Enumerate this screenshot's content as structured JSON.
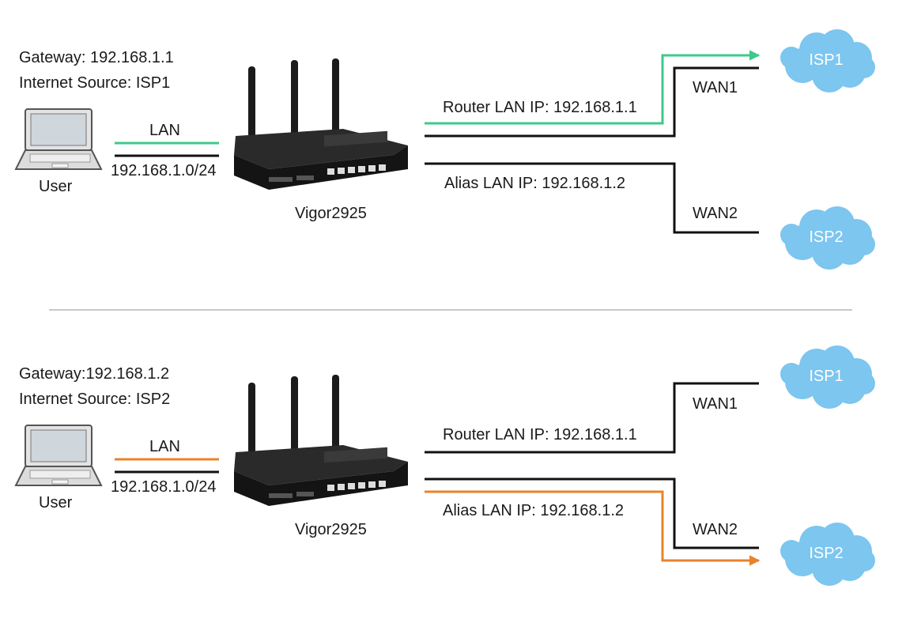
{
  "colors": {
    "active_green": "#3ec98a",
    "active_orange": "#e8832a",
    "line_black": "#111111",
    "cloud_fill": "#7cc6ef",
    "divider": "#c8c8c8"
  },
  "scenarios": [
    {
      "gateway": "Gateway: 192.168.1.1",
      "internet_source": "Internet Source: ISP1",
      "user_label": "User",
      "lan_label": "LAN",
      "subnet": "192.168.1.0/24",
      "router_name": "Vigor2925",
      "router_lan_ip": "Router LAN IP: 192.168.1.1",
      "alias_lan_ip": "Alias LAN IP: 192.168.1.2",
      "wan1": "WAN1",
      "wan2": "WAN2",
      "isp1": "ISP1",
      "isp2": "ISP2",
      "active_path": "WAN1",
      "active_color": "#3ec98a"
    },
    {
      "gateway": "Gateway:192.168.1.2",
      "internet_source": "Internet Source: ISP2",
      "user_label": "User",
      "lan_label": "LAN",
      "subnet": "192.168.1.0/24",
      "router_name": "Vigor2925",
      "router_lan_ip": "Router LAN IP: 192.168.1.1",
      "alias_lan_ip": "Alias LAN IP: 192.168.1.2",
      "wan1": "WAN1",
      "wan2": "WAN2",
      "isp1": "ISP1",
      "isp2": "ISP2",
      "active_path": "WAN2",
      "active_color": "#e8832a"
    }
  ]
}
